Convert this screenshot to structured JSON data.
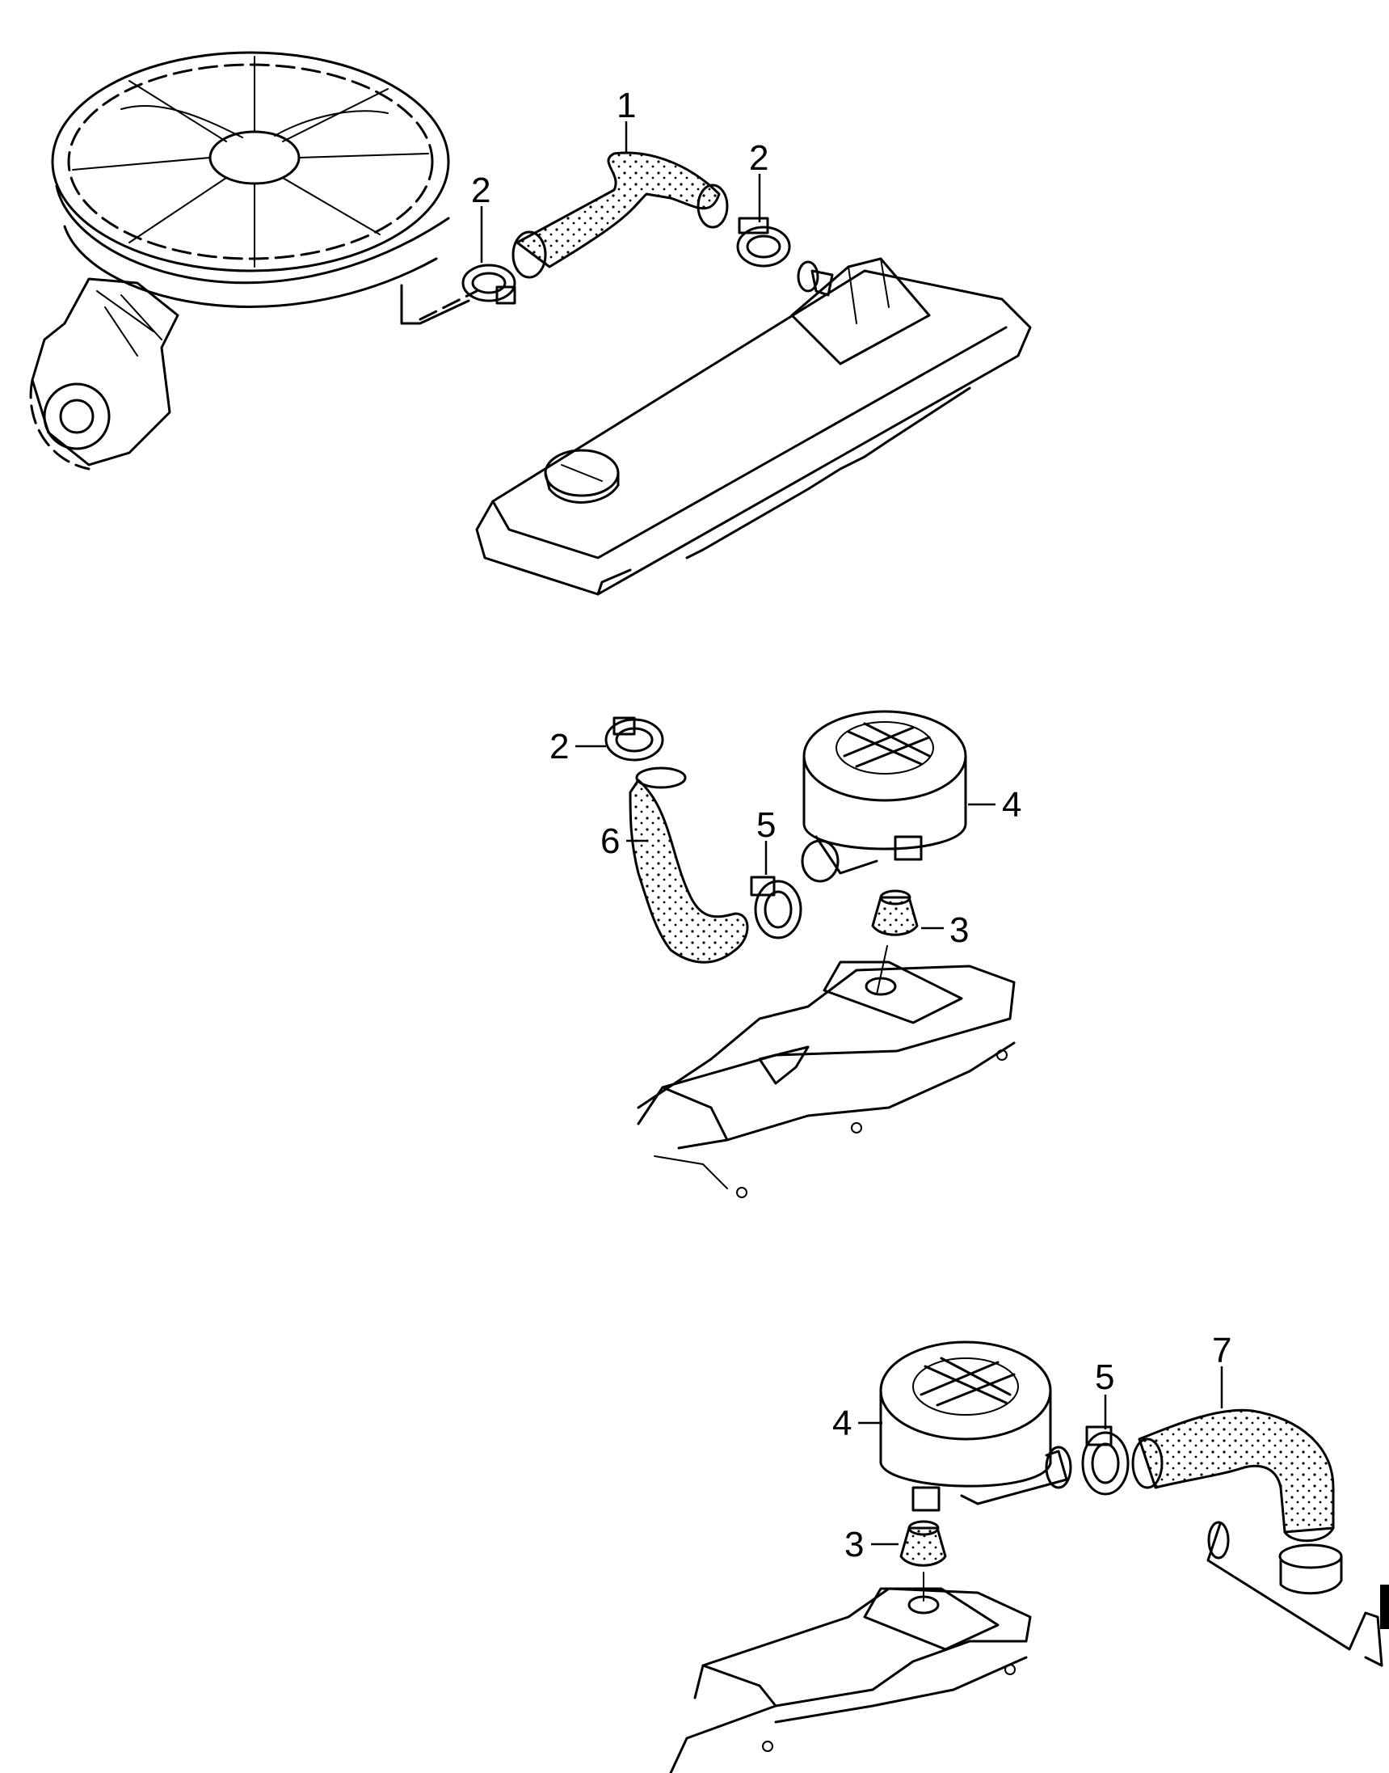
{
  "parts": {
    "p1": "1",
    "p2": "2",
    "p3": "3",
    "p4": "4",
    "p5": "5",
    "p6": "6",
    "p7": "7"
  }
}
